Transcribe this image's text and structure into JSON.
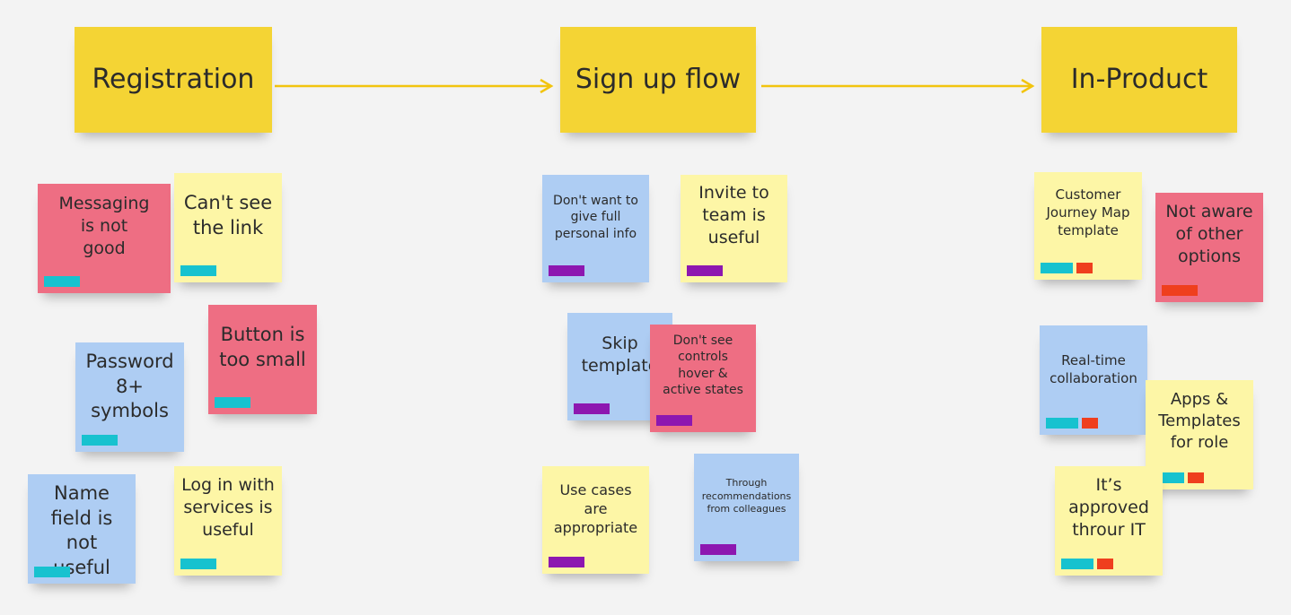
{
  "colors": {
    "header": "#f4d434",
    "yellow": "#fdf6a6",
    "pink": "#ee6e83",
    "blue": "#aecdf3",
    "tag_cyan": "#17c2cf",
    "tag_purple": "#8d17b0",
    "tag_red": "#ef3f1e",
    "connector": "#f2c40e"
  },
  "stages": [
    {
      "label": "Registration"
    },
    {
      "label": "Sign up flow"
    },
    {
      "label": "In-Product"
    }
  ],
  "notes": [
    {
      "text": "Messaging\nis not\ngood",
      "color": "pink",
      "tags": [
        "cyan"
      ]
    },
    {
      "text": "Can't see\nthe link",
      "color": "yellow",
      "tags": [
        "cyan"
      ]
    },
    {
      "text": "Button is\ntoo small",
      "color": "pink",
      "tags": [
        "cyan"
      ]
    },
    {
      "text": "Password\n8+\nsymbols",
      "color": "blue",
      "tags": [
        "cyan"
      ]
    },
    {
      "text": "Name\nfield is not\nuseful",
      "color": "blue",
      "tags": [
        "cyan"
      ]
    },
    {
      "text": "Log in with\nservices is\nuseful",
      "color": "yellow",
      "tags": [
        "cyan"
      ]
    },
    {
      "text": "Don't want to\ngive full\npersonal info",
      "color": "blue",
      "tags": [
        "purple"
      ]
    },
    {
      "text": "Invite to\nteam is\nuseful",
      "color": "yellow",
      "tags": [
        "purple"
      ]
    },
    {
      "text": "Skip\ntemplate",
      "color": "blue",
      "tags": [
        "purple"
      ]
    },
    {
      "text": "Don't see\ncontrols\nhover &\nactive states",
      "color": "pink",
      "tags": [
        "purple"
      ]
    },
    {
      "text": "Use cases\nare\nappropriate",
      "color": "yellow",
      "tags": [
        "purple"
      ]
    },
    {
      "text": "Through\nrecommendations\nfrom colleagues",
      "color": "blue",
      "tags": [
        "purple"
      ]
    },
    {
      "text": "Customer\nJourney Map\ntemplate",
      "color": "yellow",
      "tags": [
        "cyan",
        "red"
      ]
    },
    {
      "text": "Not aware\nof other\noptions",
      "color": "pink",
      "tags": [
        "red"
      ]
    },
    {
      "text": "Real-time\ncollaboration",
      "color": "blue",
      "tags": [
        "cyan",
        "red"
      ]
    },
    {
      "text": "Apps  &\nTemplates\nfor role",
      "color": "yellow",
      "tags": [
        "cyan",
        "red"
      ]
    },
    {
      "text": "It’s\napproved\nthrour IT",
      "color": "yellow",
      "tags": [
        "cyan",
        "red"
      ]
    }
  ]
}
